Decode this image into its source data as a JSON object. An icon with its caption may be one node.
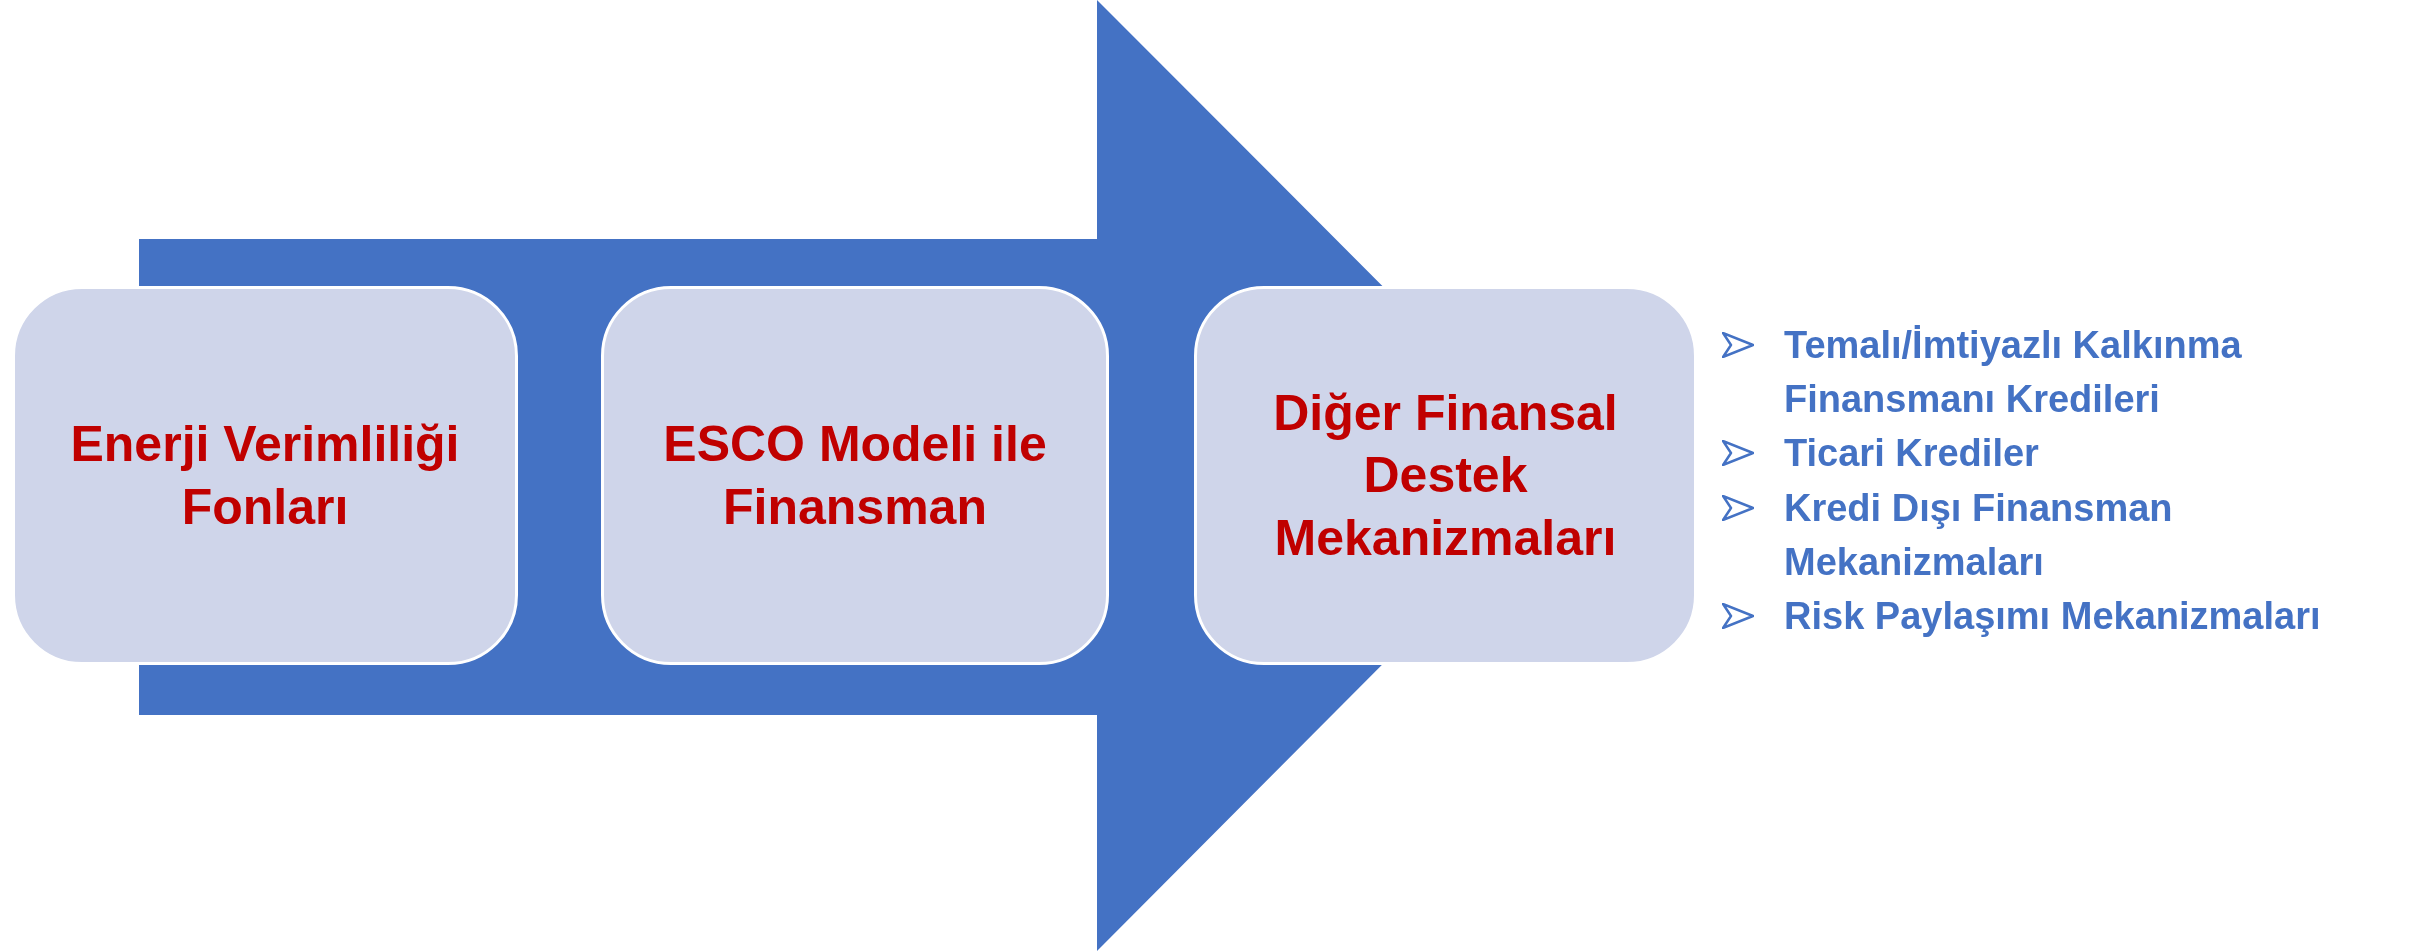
{
  "diagram": {
    "nodes": [
      {
        "text": [
          "Enerji Verimliliği Fonları"
        ]
      },
      {
        "text": [
          "ESCO Modeli ile Finansman"
        ]
      },
      {
        "text": [
          "Diğer Finansal Destek Mekanizmaları"
        ]
      }
    ],
    "edges": [
      {
        "from": 0,
        "to": 2,
        "arrow": "to"
      }
    ],
    "labels": [
      "Temalı/İmtiyazlı Kalkınma Finansmanı Kredileri",
      "Ticari Krediler",
      "Kredi Dışı Finansman Mekanizmaları",
      "Risk Paylaşımı Mekanizmaları"
    ]
  }
}
